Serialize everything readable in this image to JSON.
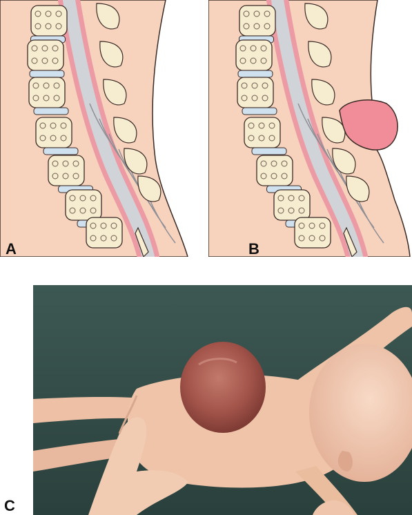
{
  "figure": {
    "panels": [
      {
        "letter": "A",
        "content": "sagittal-spine-illustration-normal"
      },
      {
        "letter": "B",
        "content": "sagittal-spine-illustration-with-sac"
      },
      {
        "letter": "C",
        "content": "infant-photograph-with-lumbar-mass"
      }
    ]
  },
  "colors": {
    "skin": "#f7d2bd",
    "skin_outline": "#3a2a25",
    "vertebra": "#f6ecd0",
    "disc": "#cfe0ee",
    "cord": "#d0d3d8",
    "meninges": "#ec9aa4",
    "sac": "#f08d98",
    "background_c": "#2f4a45",
    "infant_skin": "#efc3a8",
    "mass": "#a8554a"
  }
}
